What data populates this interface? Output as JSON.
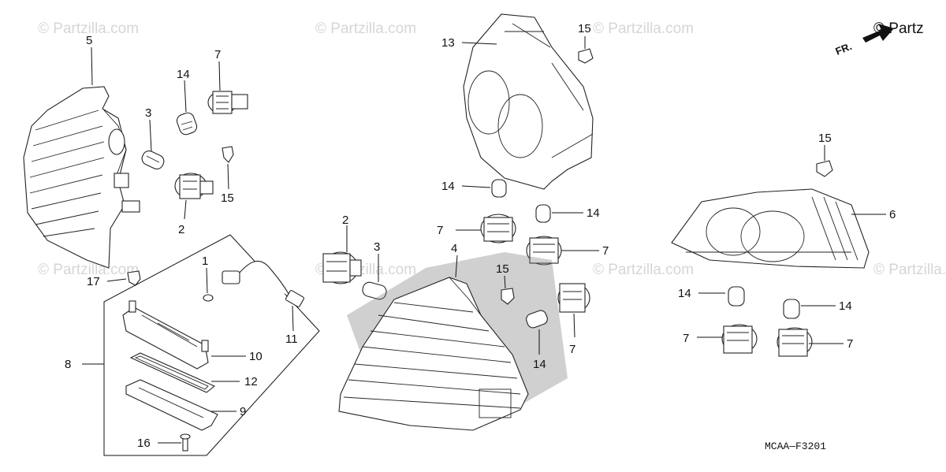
{
  "watermark": "© Partzilla.com",
  "header_watermark": "© Partz",
  "orientation_label": "FR.",
  "diagram_code": "MCAA—F3201",
  "callouts": {
    "c1": "1",
    "c2a": "2",
    "c2b": "2",
    "c3a": "3",
    "c3b": "3",
    "c4": "4",
    "c5": "5",
    "c6": "6",
    "c7a": "7",
    "c7b": "7",
    "c7c": "7",
    "c7d": "7",
    "c7e": "7",
    "c7f": "7",
    "c8": "8",
    "c9": "9",
    "c10": "10",
    "c11": "11",
    "c12": "12",
    "c13": "13",
    "c14a": "14",
    "c14b": "14",
    "c14c": "14",
    "c14d": "14",
    "c14e": "14",
    "c14f": "14",
    "c15a": "15",
    "c15b": "15",
    "c15c": "15",
    "c15d": "15",
    "c16": "16",
    "c17": "17"
  },
  "colors": {
    "line": "#111111",
    "watermark": "#d6d6d6",
    "background": "#ffffff"
  }
}
